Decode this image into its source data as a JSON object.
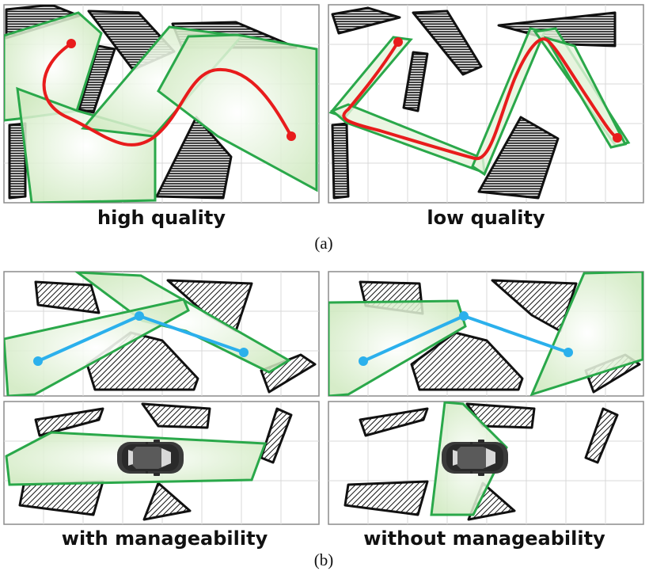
{
  "labels": {
    "a_left": "high quality",
    "a_right": "low quality",
    "a_caption": "(a)",
    "b_left": "with manageability",
    "b_right": "without manageability",
    "b_caption": "(b)"
  },
  "colors": {
    "path_red": "#e81c1c",
    "path_blue": "#2bb0ec",
    "region_stroke": "#2aa84a",
    "region_fill": "#e6f4dc",
    "obstacle_stroke": "#111111"
  },
  "icons": [
    "car-icon"
  ]
}
